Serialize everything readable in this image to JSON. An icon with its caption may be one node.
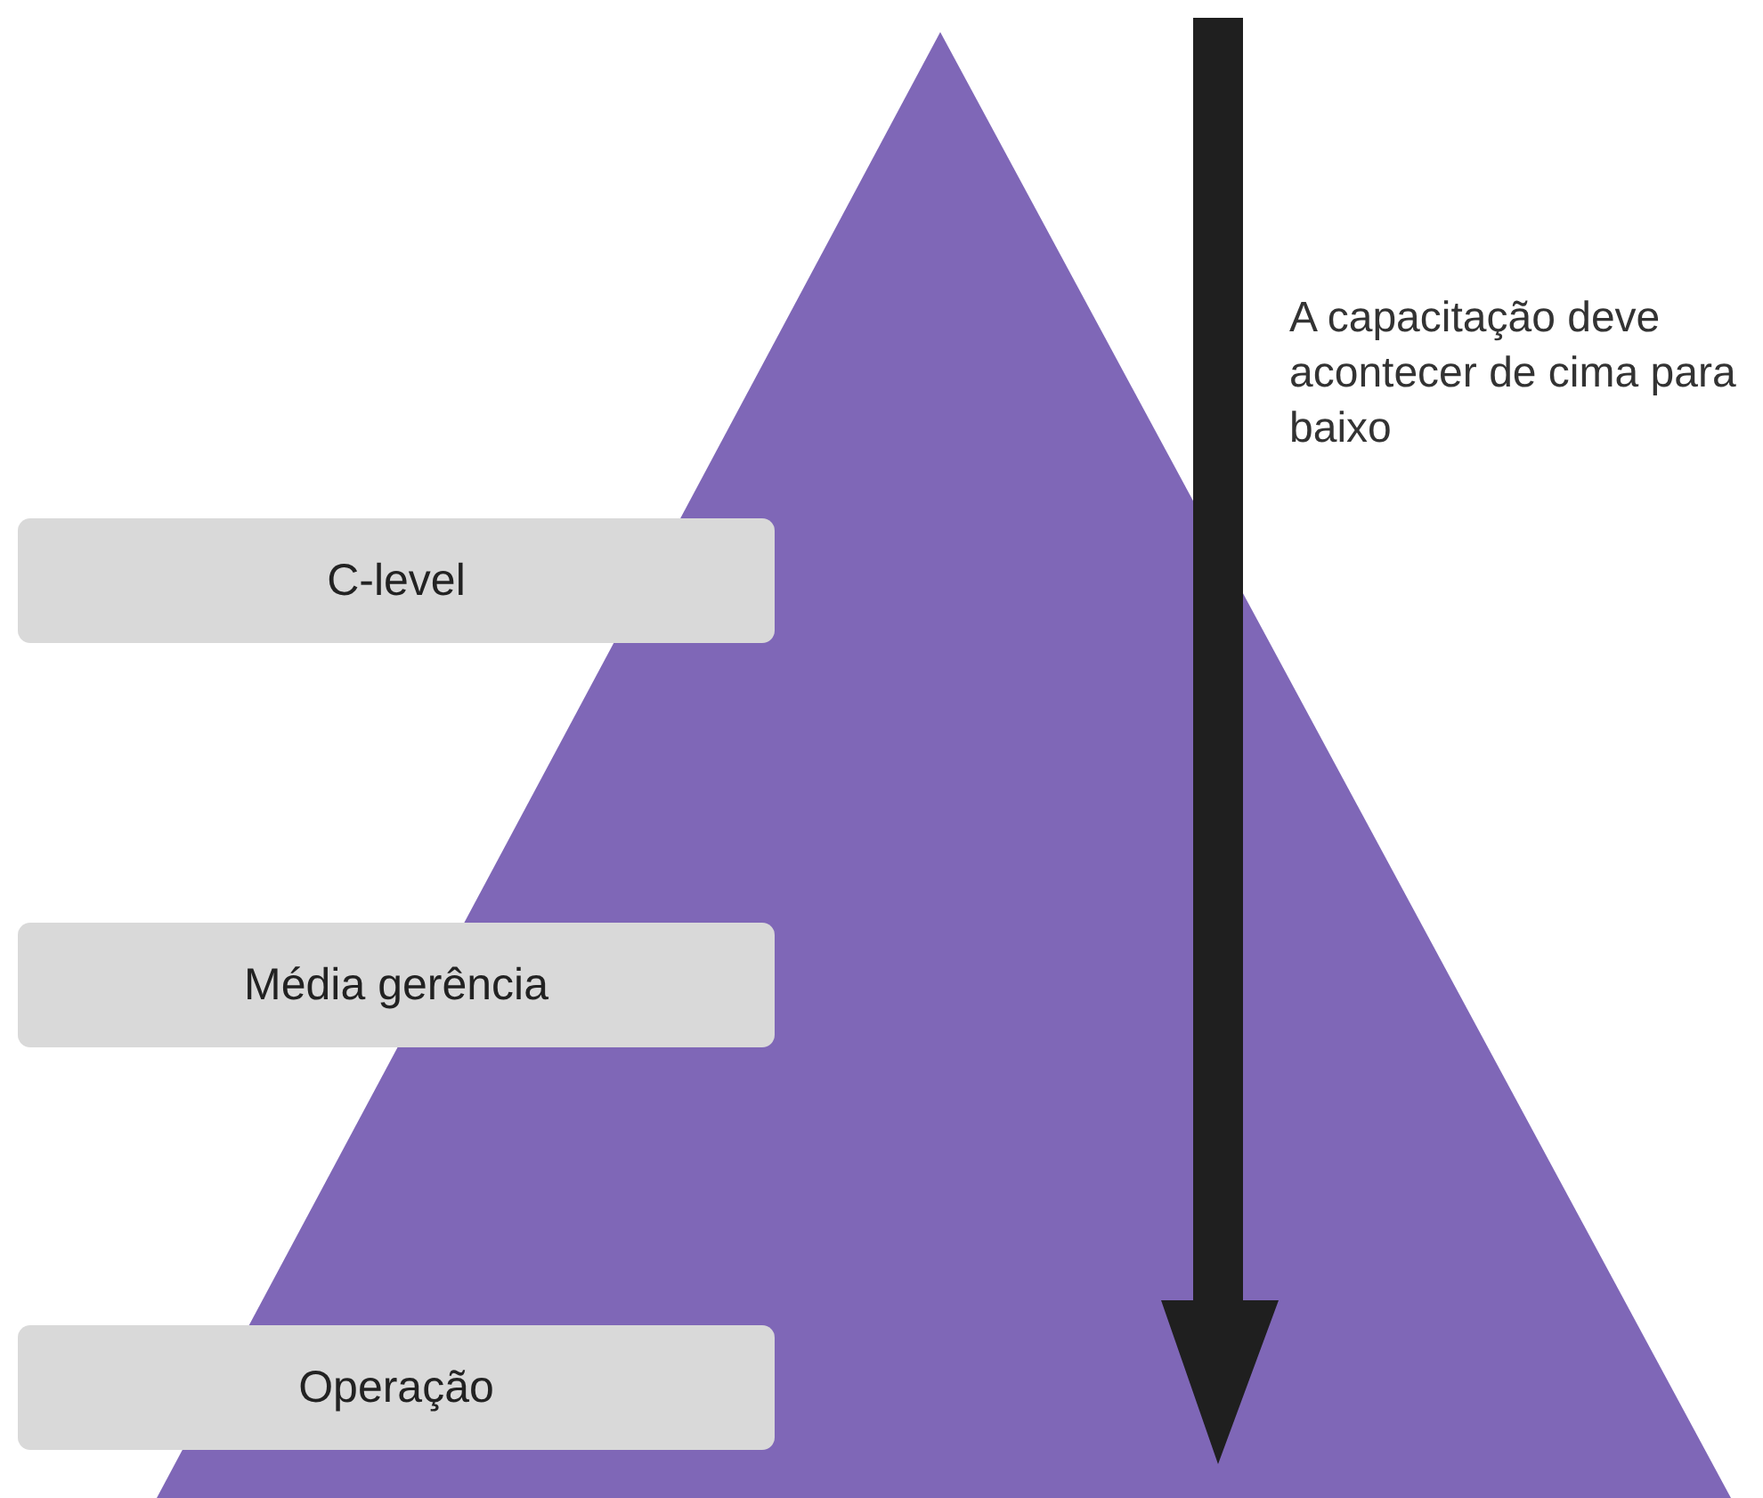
{
  "diagram": {
    "nodes": [
      {
        "text": [
          "C-level"
        ]
      },
      {
        "text": [
          "Média gerência"
        ]
      },
      {
        "text": [
          "Operação"
        ]
      }
    ],
    "labels": [
      "A capacitação deve acontecer de cima para baixo"
    ]
  }
}
